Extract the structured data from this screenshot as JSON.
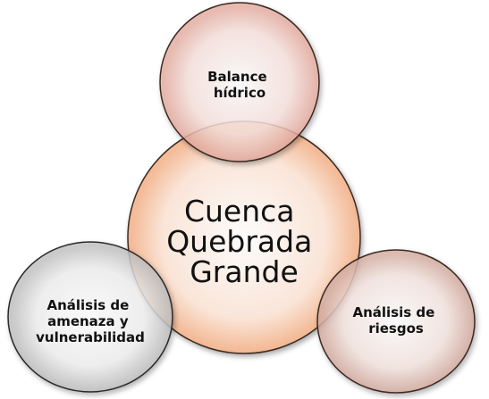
{
  "diagram": {
    "center": {
      "lines": [
        "Cuenca",
        "Quebrada",
        "Grande"
      ],
      "fill": "#fde6d8",
      "glow": "#f8c6a6",
      "stroke": "#3a2a22"
    },
    "top": {
      "lines": [
        "Balance",
        "hídrico"
      ],
      "fill": "#f7dcd6",
      "glow": "#e8b3a8",
      "stroke": "#3a2a22"
    },
    "left": {
      "lines": [
        "Análisis de",
        "amenaza y",
        "vulnerabilidad"
      ],
      "fill": "#efefef",
      "glow": "#c8c8c8",
      "stroke": "#2a2a2a"
    },
    "right": {
      "lines": [
        "Análisis de",
        "riesgos"
      ],
      "fill": "#f4e2dc",
      "glow": "#d9b5ab",
      "stroke": "#3a2a22"
    }
  }
}
